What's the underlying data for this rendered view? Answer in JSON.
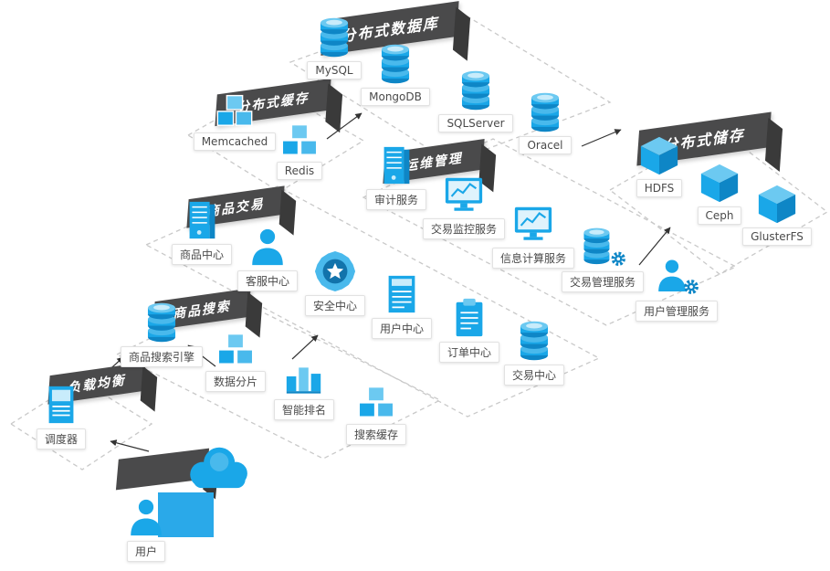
{
  "colors": {
    "accent": "#1aa7e8",
    "accent_dark": "#0e86c6",
    "accent_light": "#6cc9f1",
    "banner_bg": "#4a4a4b",
    "platform_dash": "#c9c9c9"
  },
  "banners": {
    "database": "分布式数据库",
    "cache": "分布式缓存",
    "ops": "运维管理",
    "storage": "分布式储存",
    "trade": "商品交易",
    "search": "商品搜索",
    "lb": "负载均衡"
  },
  "nodes": {
    "mysql": "MySQL",
    "mongodb": "MongoDB",
    "sqlserver": "SQLServer",
    "oracle": "Oracel",
    "memcached": "Memcached",
    "redis": "Redis",
    "audit": "审计服务",
    "trade_monitor": "交易监控服务",
    "info_compute": "信息计算服务",
    "trade_mgmt": "交易管理服务",
    "user_mgmt": "用户管理服务",
    "hdfs": "HDFS",
    "ceph": "Ceph",
    "glusterfs": "GlusterFS",
    "product_center": "商品中心",
    "service_center": "客服中心",
    "security_center": "安全中心",
    "user_center": "用户中心",
    "order_center": "订单中心",
    "trade_center": "交易中心",
    "search_engine": "商品搜索引擎",
    "data_shard": "数据分片",
    "smart_rank": "智能排名",
    "search_cache": "搜索缓存",
    "scheduler": "调度器",
    "user": "用户"
  }
}
